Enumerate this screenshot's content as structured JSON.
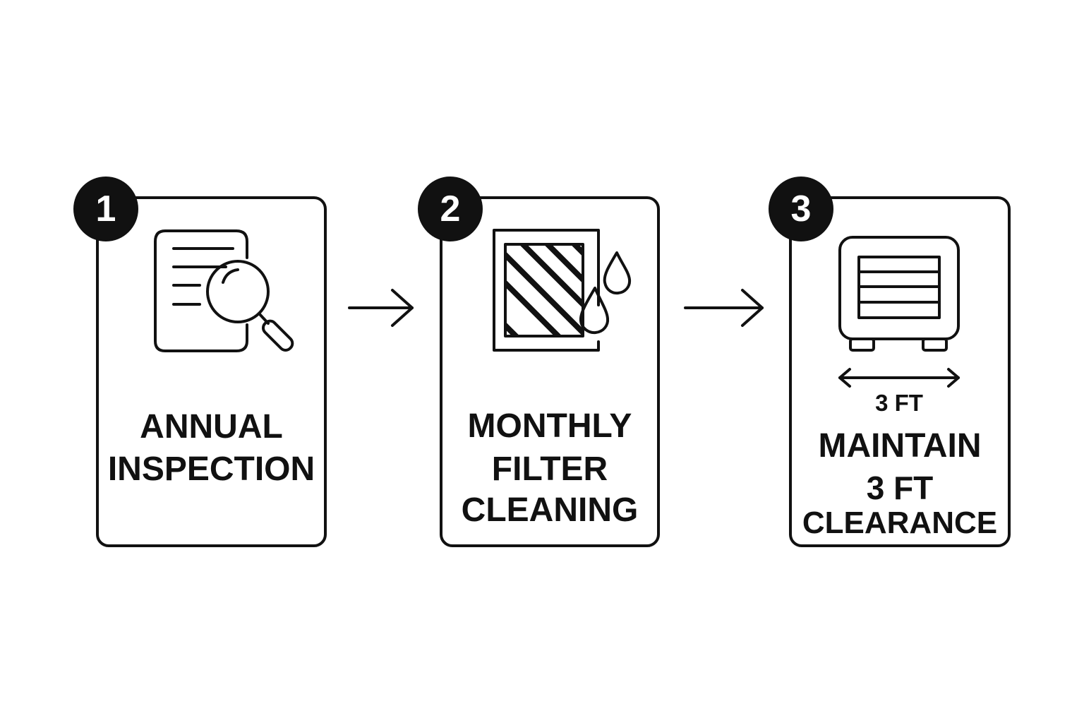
{
  "steps": [
    {
      "number": "1",
      "icon": "document-magnifier-icon",
      "label_lines": [
        "ANNUAL",
        "INSPECTION"
      ]
    },
    {
      "number": "2",
      "icon": "filter-water-drops-icon",
      "label_lines": [
        "MONTHLY",
        "FILTER",
        "CLEANING"
      ]
    },
    {
      "number": "3",
      "icon": "outdoor-unit-clearance-icon",
      "dimension_label": "3 FT",
      "label_lines": [
        "MAINTAIN",
        "3 FT",
        "CLEARANCE"
      ]
    }
  ],
  "colors": {
    "ink": "#111111",
    "background": "#ffffff",
    "badge_text": "#ffffff"
  }
}
